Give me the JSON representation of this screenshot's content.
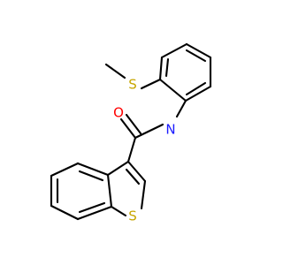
{
  "molecule": {
    "atoms": [
      {
        "id": "S_methyl",
        "label": "S",
        "element": "S",
        "color": "#c7a600"
      },
      {
        "id": "O_carbonyl",
        "label": "O",
        "element": "O",
        "color": "#ff0000"
      },
      {
        "id": "N_amide",
        "label": "N",
        "element": "N",
        "color": "#1a1aff"
      },
      {
        "id": "S_ring",
        "label": "S",
        "element": "S",
        "color": "#c7a600"
      }
    ],
    "bond_color": "#000000"
  }
}
